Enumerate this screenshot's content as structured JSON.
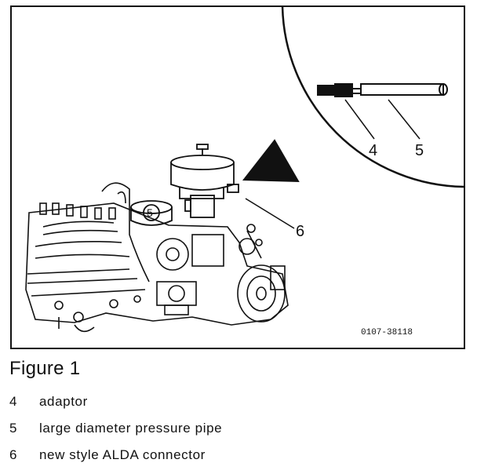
{
  "figure": {
    "caption": "Figure 1",
    "reference_code": "0107-38118",
    "callouts": [
      "4",
      "5",
      "6",
      "5"
    ]
  },
  "legend": [
    {
      "num": "4",
      "text": "adaptor"
    },
    {
      "num": "5",
      "text": "large diameter pressure pipe"
    },
    {
      "num": "6",
      "text": "new style ALDA connector"
    }
  ],
  "colors": {
    "ink": "#111111",
    "paper": "#ffffff"
  }
}
